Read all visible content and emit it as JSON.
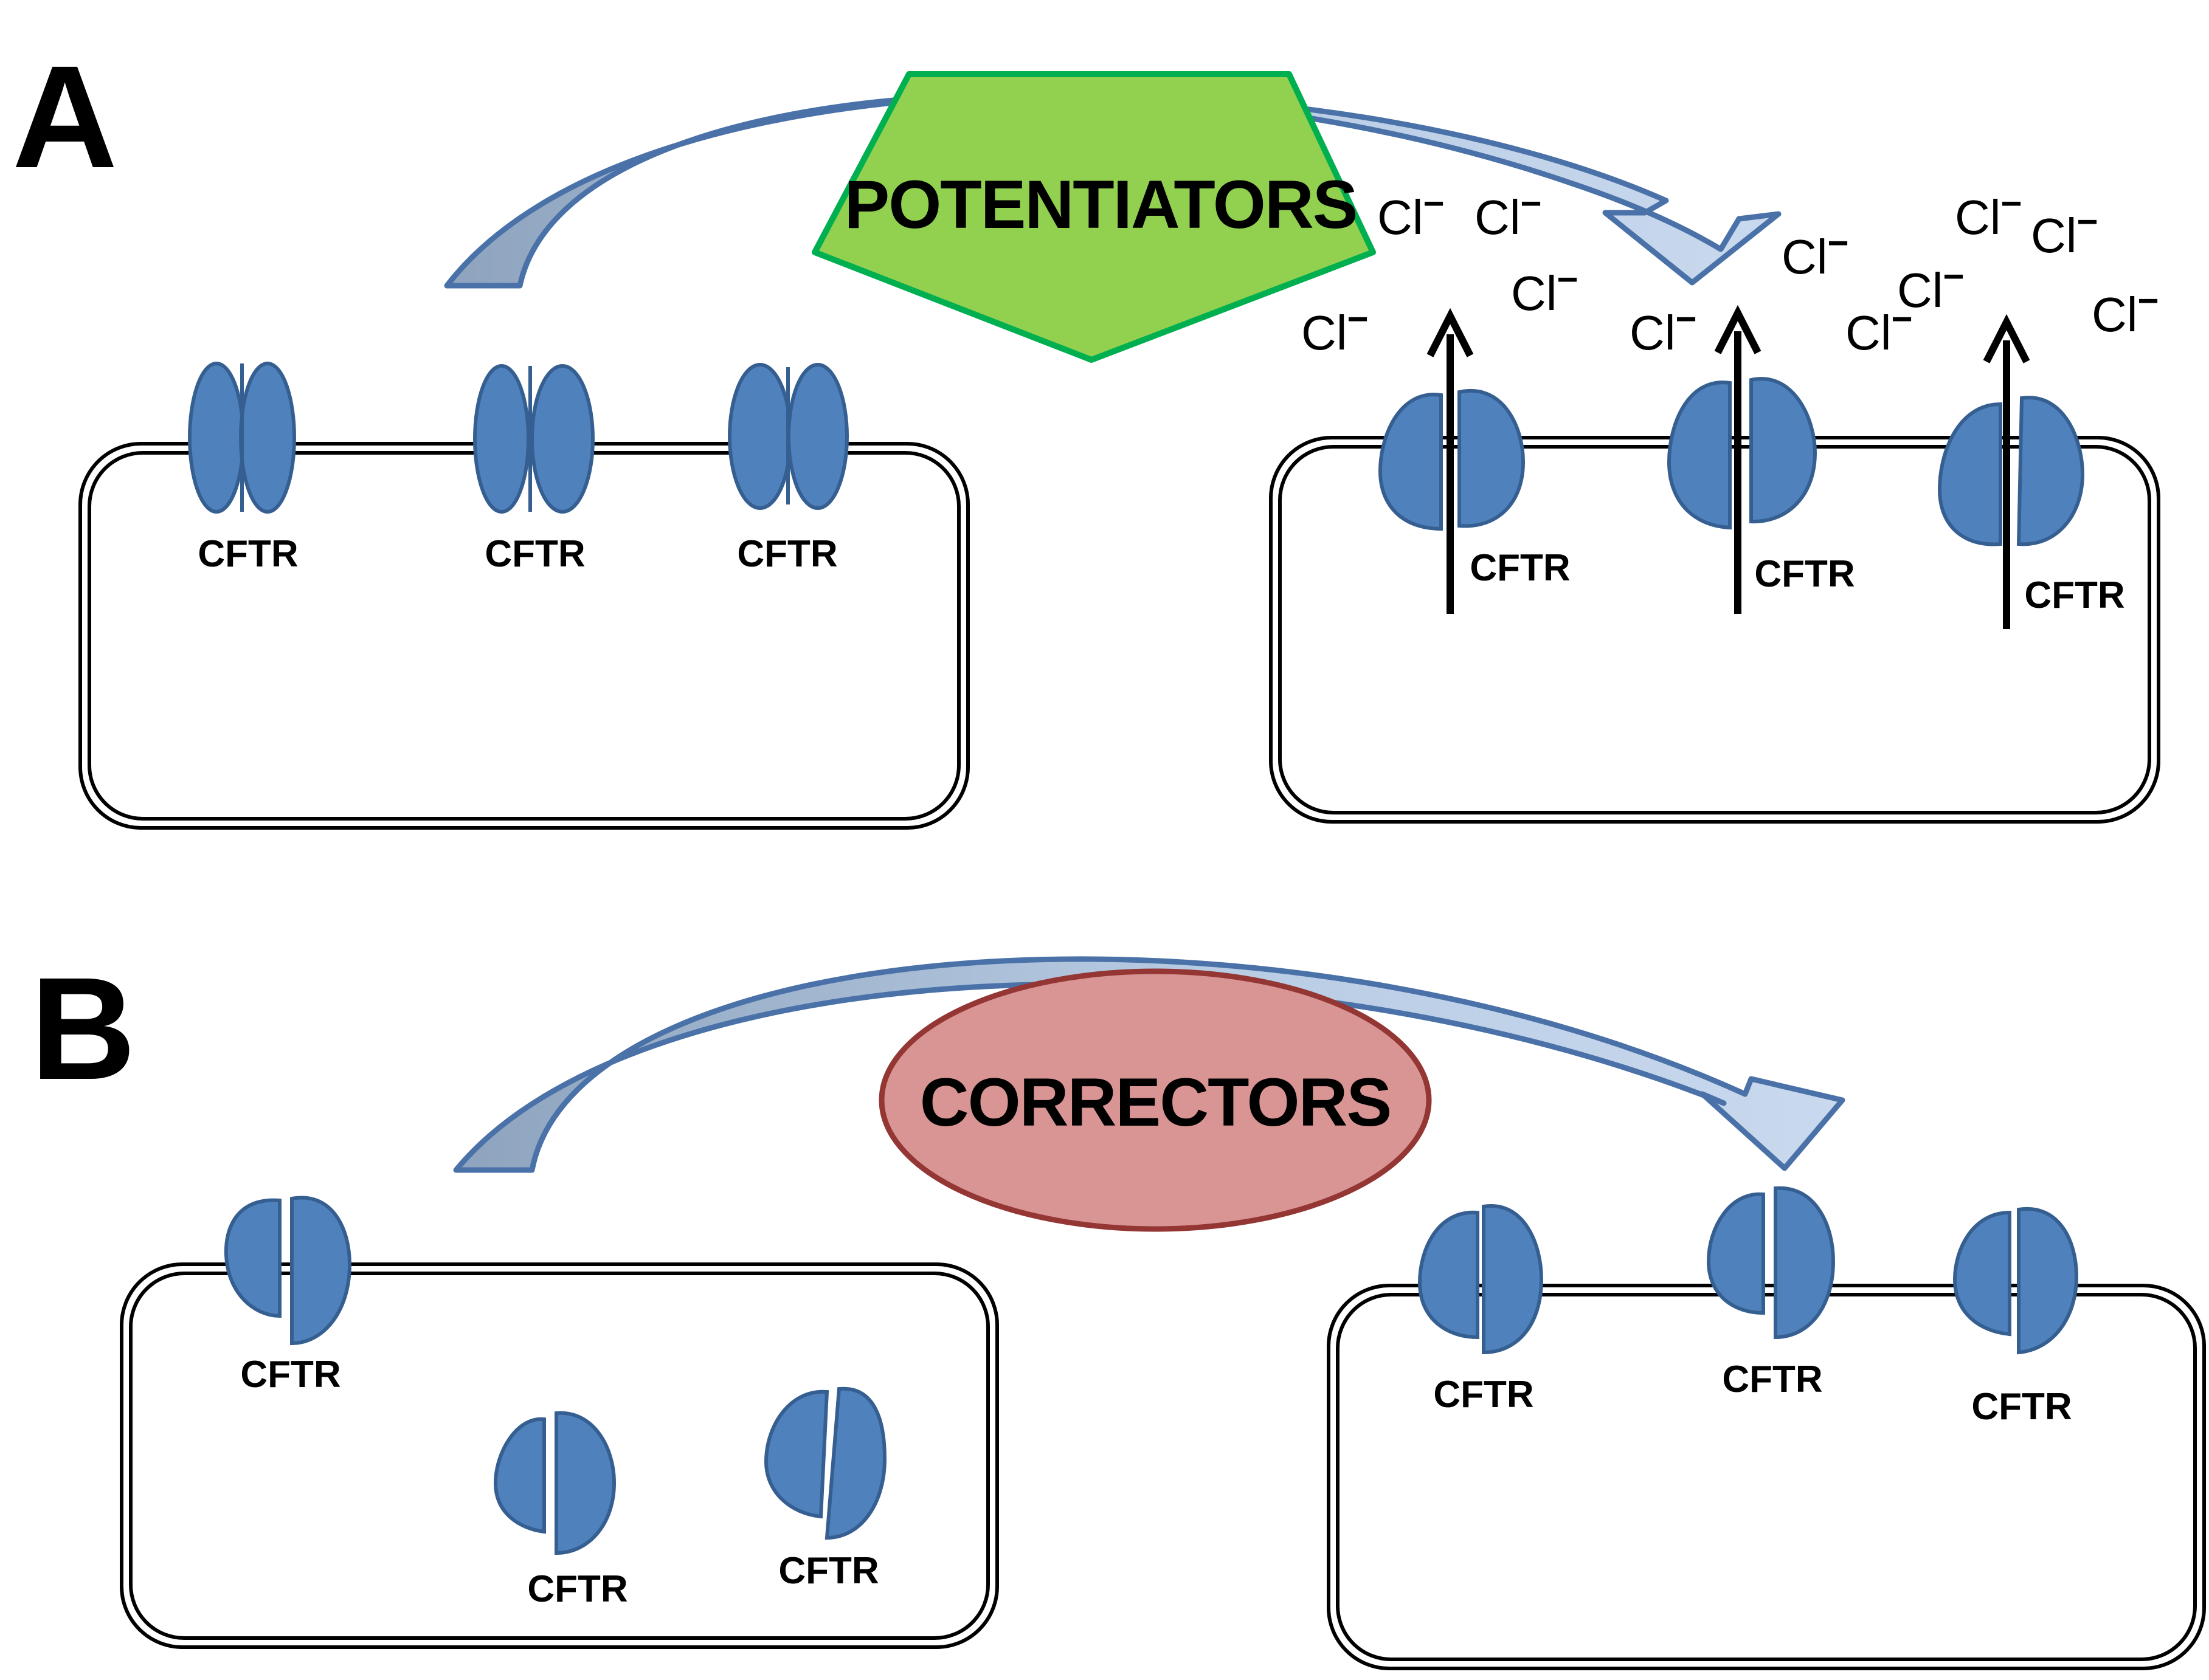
{
  "panels": {
    "a": {
      "letter": "A",
      "drug": "POTENTIATORS",
      "cftr_label": "CFTR",
      "ion_symbol": "Cl",
      "ion_charge": "−"
    },
    "b": {
      "letter": "B",
      "drug": "CORRECTORS",
      "cftr_label": "CFTR"
    }
  },
  "colors": {
    "channel_fill": "#4f81bd",
    "channel_stroke": "#365f91",
    "arrow_fill": "#b8cce4",
    "arrow_stroke": "#4a72a8",
    "potentiator_fill": "#92d050",
    "potentiator_stroke": "#00b050",
    "corrector_fill": "#d99594",
    "corrector_stroke": "#943634"
  }
}
